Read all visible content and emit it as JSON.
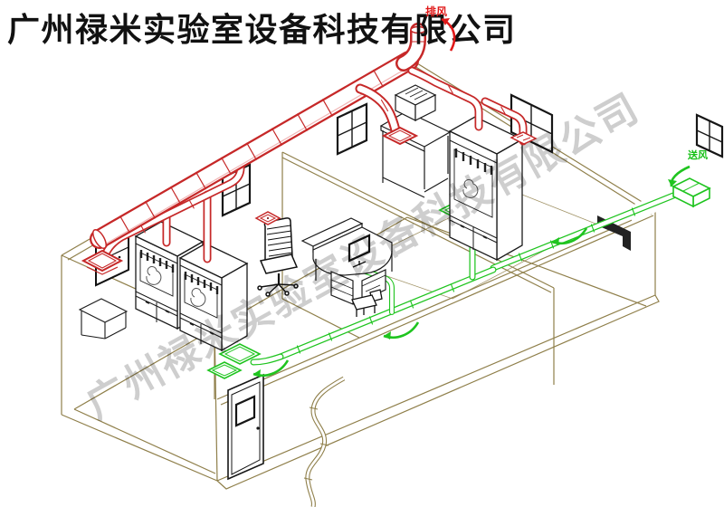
{
  "title": {
    "text": "广州禄米实验室设备科技有限公司"
  },
  "watermark": {
    "text": "广州禄米实验室设备科技有限公司"
  },
  "annotations": {
    "exhaust_label": "排风",
    "supply_label": "送风"
  },
  "colors": {
    "title_black": "#111111",
    "exhaust_red": "#c62828",
    "arrow_red": "#e01818",
    "supply_green": "#1fc41f",
    "wall_line": "#8f7f4a",
    "drawing_black": "#1a1a1a",
    "watermark_gray": "#c6c6c6",
    "background": "#ffffff"
  }
}
